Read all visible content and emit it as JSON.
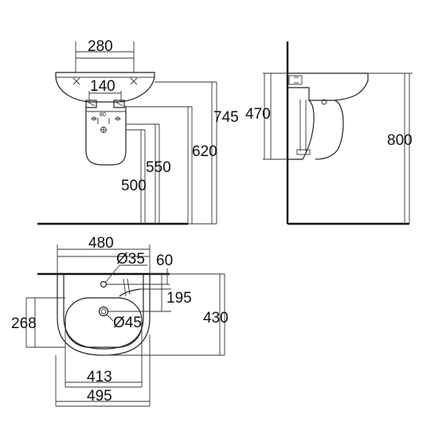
{
  "front_view": {
    "tap_hole_spacing": "280",
    "fixing_spacing": "140",
    "waste_label": "80",
    "overall_height": "745",
    "rim_height": "620",
    "waste_height": "550",
    "pedestal_height": "500"
  },
  "side_view": {
    "bowl_projection": "470",
    "total_height": "800"
  },
  "plan_view": {
    "basin_width": "480",
    "tap_hole_diameter": "Ø35",
    "tap_offset": "60",
    "tap_to_wall": "195",
    "bowl_depth": "268",
    "overall_depth": "430",
    "bowl_width": "413",
    "overall_width": "495",
    "waste_diameter": "Ø45"
  }
}
